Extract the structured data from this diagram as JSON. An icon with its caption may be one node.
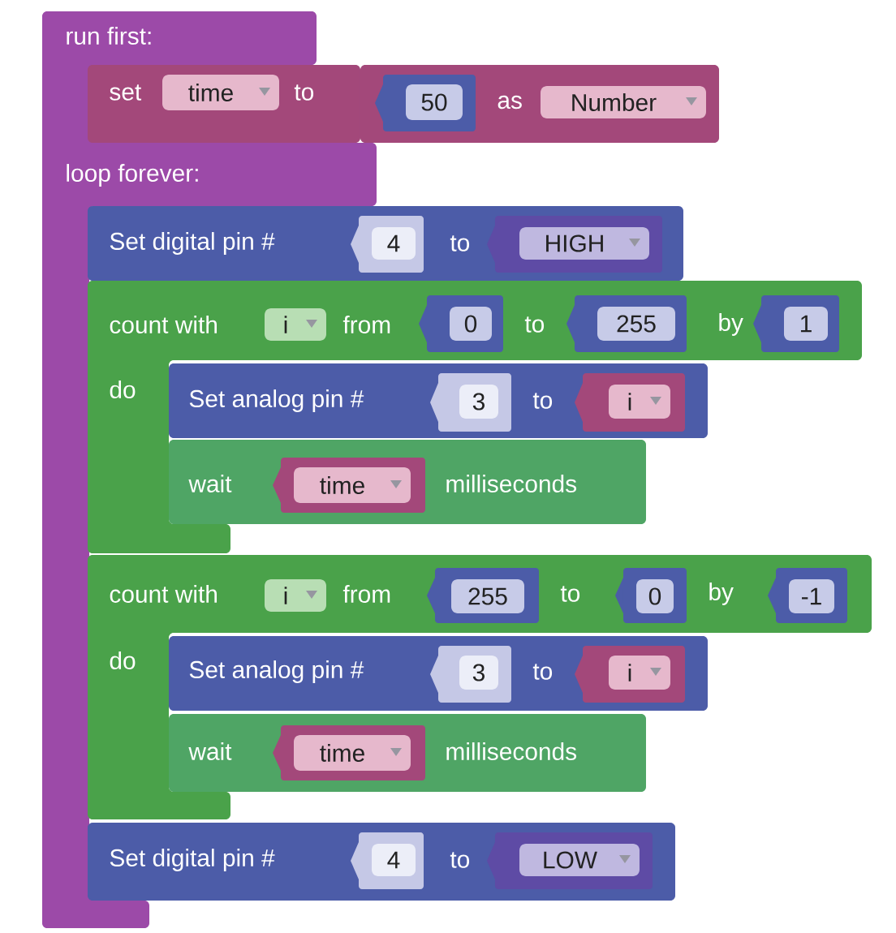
{
  "diagram": {
    "nodes": [
      {
        "text": [
          "run first:",
          "loop forever:"
        ]
      },
      {
        "text": [
          "set",
          "to"
        ],
        "in": 0
      },
      {
        "text": [
          "time"
        ],
        "in": 1
      },
      {
        "text": [
          "as"
        ]
      },
      {
        "text": [
          "50"
        ],
        "in": 3
      },
      {
        "text": [
          "Number"
        ],
        "in": 3
      },
      {
        "text": [
          "Set digital pin #",
          "to"
        ]
      },
      {
        "text": [
          "4"
        ],
        "in": 6
      },
      {
        "text": [
          "HIGH"
        ],
        "in": 6
      },
      {
        "text": [
          "count with",
          "from",
          "to",
          "by",
          "do"
        ]
      },
      {
        "text": [
          "i"
        ],
        "in": 9
      },
      {
        "text": [
          "0"
        ],
        "in": 9
      },
      {
        "text": [
          "255"
        ],
        "in": 9
      },
      {
        "text": [
          "1"
        ],
        "in": 9
      },
      {
        "text": [
          "Set analog pin #",
          "to"
        ],
        "in": 9
      },
      {
        "text": [
          "3"
        ],
        "in": 14
      },
      {
        "text": [
          "i"
        ],
        "in": 14
      },
      {
        "text": [
          "wait",
          "milliseconds"
        ],
        "in": 9
      },
      {
        "text": [
          "time"
        ],
        "in": 17
      },
      {
        "text": [
          "count with",
          "from",
          "to",
          "by",
          "do"
        ]
      },
      {
        "text": [
          "i"
        ],
        "in": 19
      },
      {
        "text": [
          "255"
        ],
        "in": 19
      },
      {
        "text": [
          "0"
        ],
        "in": 19
      },
      {
        "text": [
          "-1"
        ],
        "in": 19
      },
      {
        "text": [
          "Set analog pin #",
          "to"
        ],
        "in": 19
      },
      {
        "text": [
          "3"
        ],
        "in": 24
      },
      {
        "text": [
          "i"
        ],
        "in": 24
      },
      {
        "text": [
          "wait",
          "milliseconds"
        ],
        "in": 19
      },
      {
        "text": [
          "time"
        ],
        "in": 27
      },
      {
        "text": [
          "Set digital pin #",
          "to"
        ]
      },
      {
        "text": [
          "4"
        ],
        "in": 29
      },
      {
        "text": [
          "LOW"
        ],
        "in": 29
      }
    ]
  }
}
